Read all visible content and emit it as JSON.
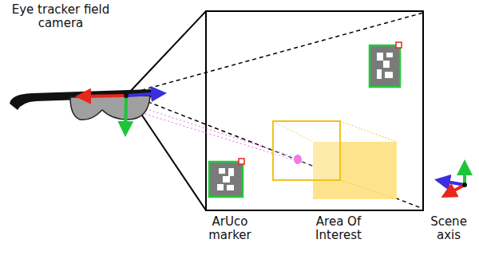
{
  "diagram": {
    "labels": [
      "Eye tracker field camera",
      "ArUco marker",
      "Area Of Interest",
      "Scene axis"
    ]
  }
}
